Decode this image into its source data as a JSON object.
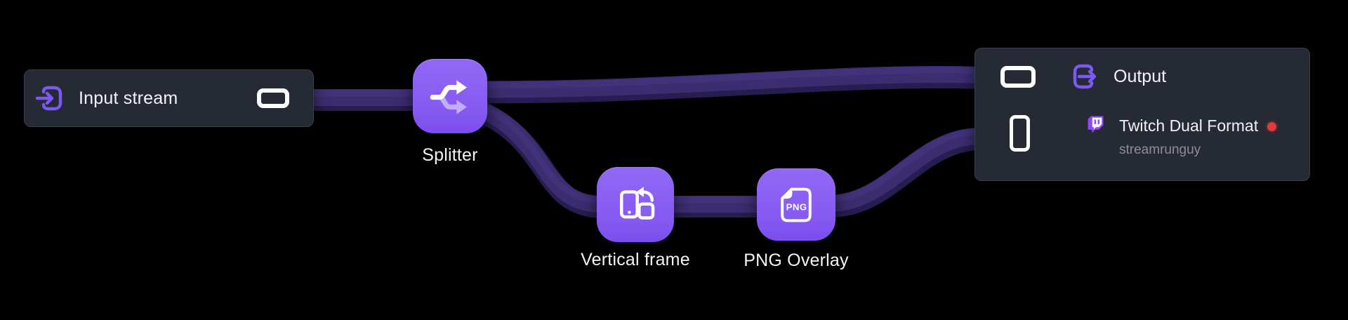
{
  "colors": {
    "background": "#000000",
    "node_purple": "#8b5cf6",
    "edge_purple": "#3c2d70",
    "panel_bg": "#262a35",
    "accent_icon": "#7d58f2",
    "twitch_purple": "#9146ff",
    "status_red": "#e13a3a",
    "subtitle_gray": "#8b8e98"
  },
  "nodes": {
    "input_stream": {
      "label": "Input stream",
      "icons": [
        "log-in-icon",
        "landscape-frame-icon"
      ]
    },
    "splitter": {
      "label": "Splitter",
      "icons": [
        "split-arrows-icon"
      ]
    },
    "vertical_frame": {
      "label": "Vertical frame",
      "icons": [
        "rotate-phone-icon"
      ]
    },
    "png_overlay": {
      "label": "PNG Overlay",
      "badge": "PNG",
      "icons": [
        "png-file-icon"
      ]
    },
    "output": {
      "title": "Output",
      "rows": [
        {
          "format_icon": "landscape-frame-icon",
          "type_icon": "log-out-icon",
          "label": "Output"
        },
        {
          "format_icon": "portrait-phone-icon",
          "type_icon": "twitch-icon",
          "label": "Twitch Dual Format",
          "subtitle": "streamrunguy",
          "status_color": "#e13a3a"
        }
      ]
    }
  },
  "edges": [
    {
      "from": "input-stream",
      "to": "splitter"
    },
    {
      "from": "splitter",
      "to": "output-landscape"
    },
    {
      "from": "splitter",
      "to": "vertical-frame"
    },
    {
      "from": "vertical-frame",
      "to": "png-overlay"
    },
    {
      "from": "png-overlay",
      "to": "output-portrait"
    }
  ]
}
